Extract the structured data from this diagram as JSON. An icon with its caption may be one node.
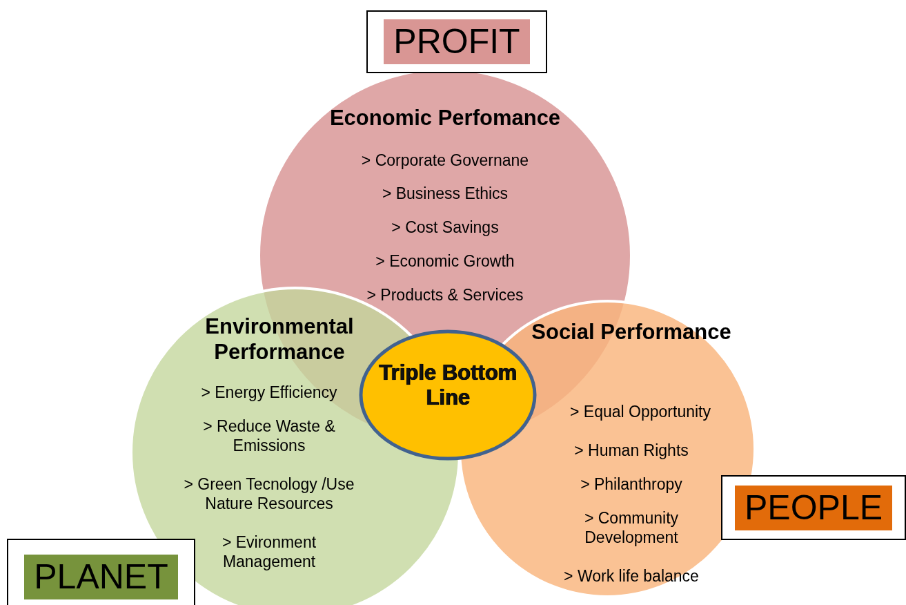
{
  "diagram": {
    "nodes": [
      {
        "text": [
          "PROFIT"
        ]
      },
      {
        "text": [
          "Economic Perfomance",
          "> Corporate Governane",
          "> Business Ethics",
          "> Cost Savings",
          "> Economic Growth",
          "> Products & Services"
        ]
      },
      {
        "text": [
          "Environmental Performance",
          "> Energy Efficiency",
          "> Reduce Waste & Emissions",
          "> Green Tecnology /Use Nature Resources",
          "> Evironment Management"
        ]
      },
      {
        "text": [
          "Triple Bottom Line"
        ]
      },
      {
        "text": [
          "Social Performance",
          "> Equal Opportunity",
          "> Human Rights",
          "> Philanthropy",
          "> Community Development",
          "> Work life balance"
        ]
      },
      {
        "text": [
          "PLANET"
        ]
      },
      {
        "text": [
          "PEOPLE"
        ]
      }
    ]
  }
}
